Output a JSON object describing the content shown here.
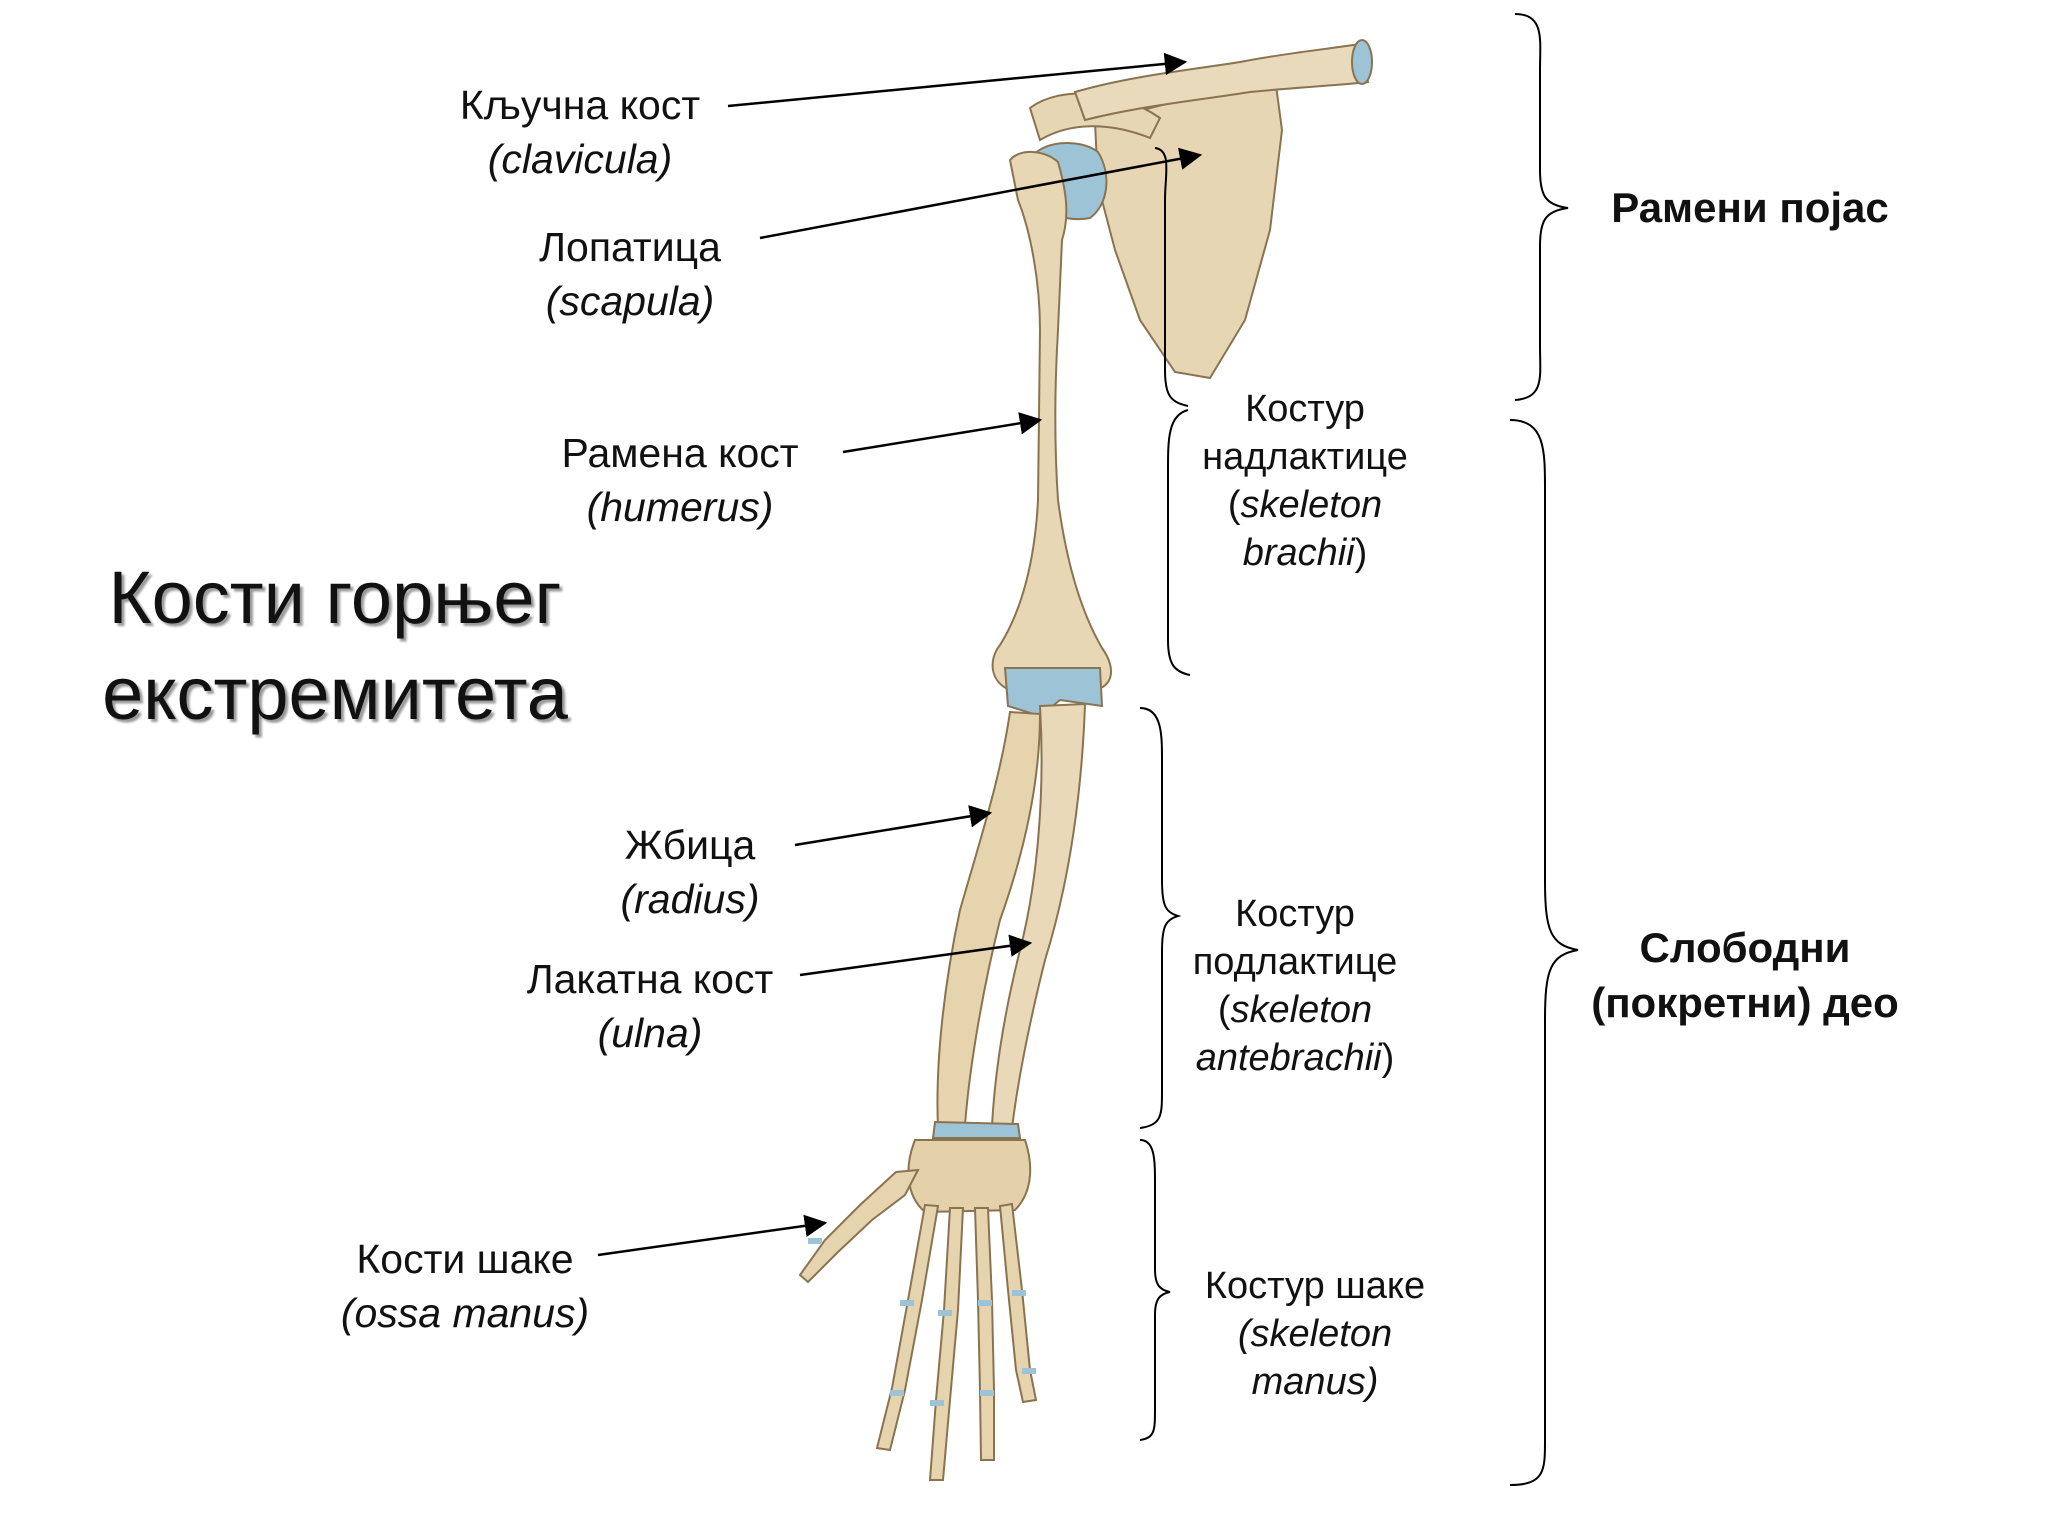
{
  "title": {
    "line1": "Кости горњег",
    "line2": "екстремитета"
  },
  "labels": {
    "clavicula": {
      "name": "Кључна кост",
      "latin": "(clavicula)"
    },
    "scapula": {
      "name": "Лопатица",
      "latin": "(scapula)"
    },
    "humerus": {
      "name": "Рамена кост",
      "latin": "(humerus)"
    },
    "radius": {
      "name": "Жбица",
      "latin": "(radius)"
    },
    "ulna": {
      "name": "Лакатна кост",
      "latin": "(ulna)"
    },
    "manus": {
      "name": "Кости шаке",
      "latin": "(ossa manus)"
    }
  },
  "subgroups": {
    "brachii": {
      "l1": "Костур",
      "l2": "надлактице",
      "open": "(",
      "l3": "skeleton",
      "l4": "brachii",
      "close": ")"
    },
    "antebrachii": {
      "l1": "Костур",
      "l2": "подлактице",
      "open": "(",
      "l3": "skeleton",
      "l4": "antebrachii",
      "close": ")"
    },
    "manus": {
      "l1": "Костур шаке",
      "l2": "(skeleton",
      "l3": "manus)"
    }
  },
  "groups": {
    "shoulder": "Рамени појас",
    "free_line1": "Слободни",
    "free_line2": "(покретни) део"
  },
  "colors": {
    "bone": "#e8d7b4",
    "bone_shade": "#c9b28a",
    "cartilage": "#9cc4d6",
    "text": "#111111"
  }
}
